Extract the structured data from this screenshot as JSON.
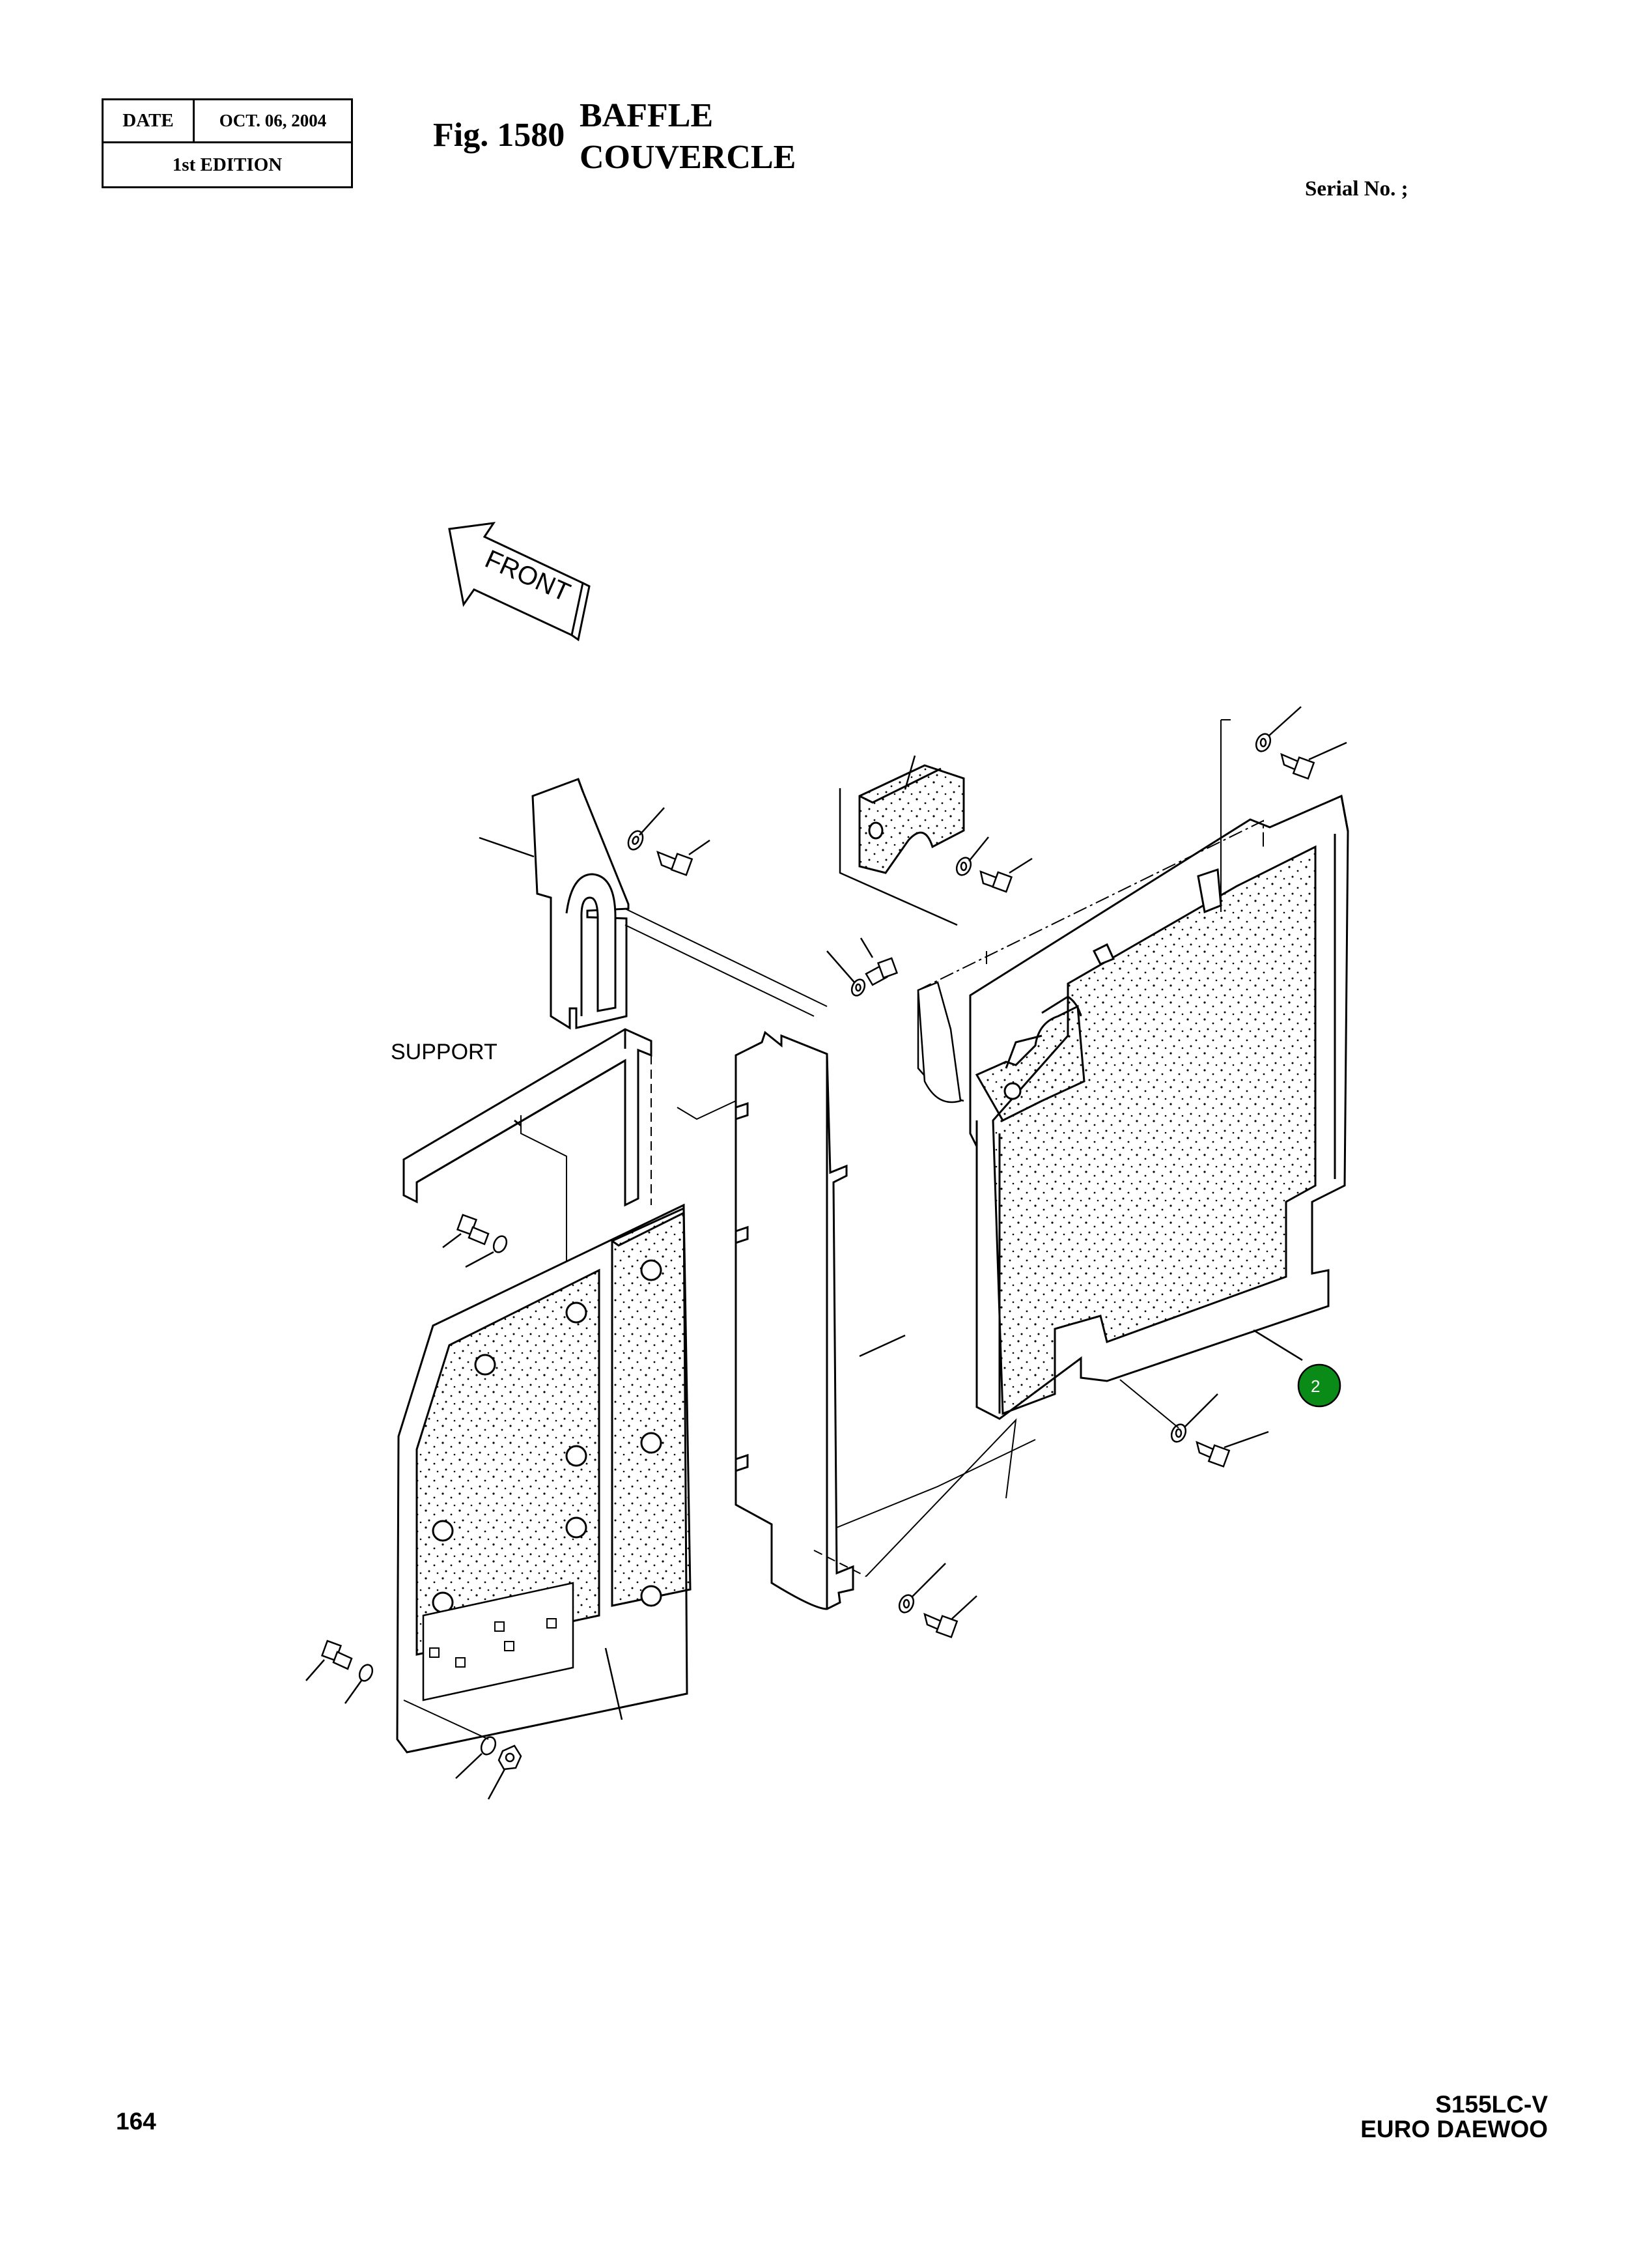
{
  "header": {
    "date_label": "DATE",
    "date_value": "OCT. 06, 2004",
    "edition": "1st EDITION",
    "fig_label": "Fig. 1580",
    "title_en": "BAFFLE",
    "title_fr": "COUVERCLE",
    "serial": "Serial No. ;"
  },
  "diagram": {
    "front_arrow_text": "FRONT",
    "support_label": "SUPPORT",
    "callout_number": "2",
    "callout_color": "#0a8a16"
  },
  "footer": {
    "page_number": "164",
    "model": "S155LC-V",
    "brand": "EURO DAEWOO"
  }
}
